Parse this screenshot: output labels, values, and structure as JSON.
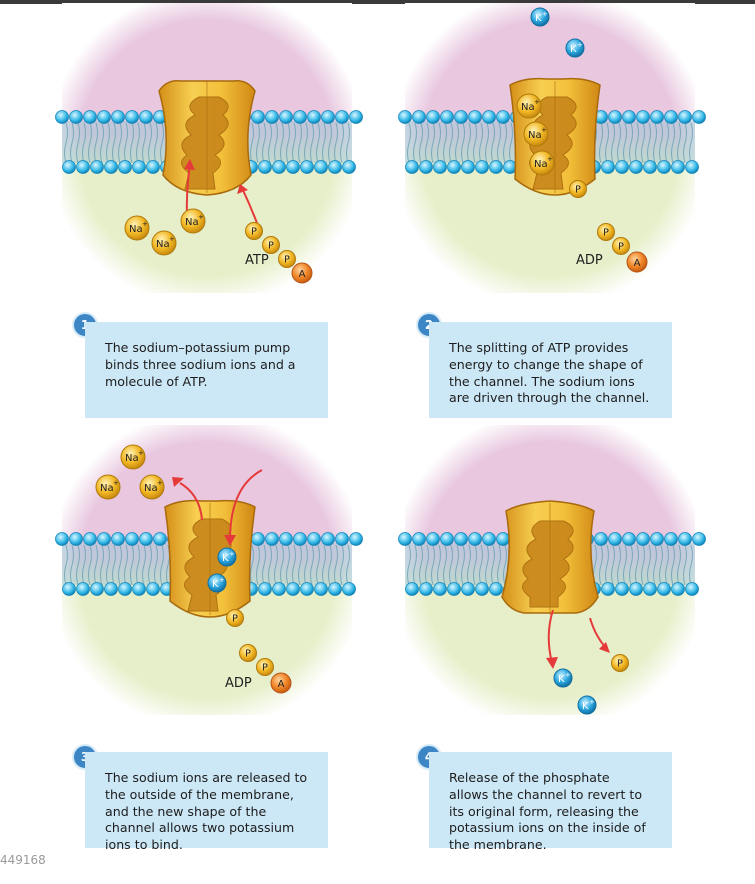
{
  "colors": {
    "outside": "#e8c7df",
    "inside": "#e6efc9",
    "membrane_head": "#2cb5e6",
    "pump": "#f0b92f",
    "sodium": "#f2b723",
    "potassium": "#2aa7e0",
    "phosphate": "#f6b62c",
    "adenosine": "#f08527",
    "arrow": "#e63a3a",
    "caption_bg": "#cce7f6",
    "step_badge": "#3d86c6"
  },
  "labels": {
    "na": "Na",
    "k": "K",
    "plus": "+",
    "p": "P",
    "a": "A",
    "atp": "ATP",
    "adp": "ADP"
  },
  "steps": [
    {
      "number": "1",
      "caption": "The sodium–potassium pump binds three sodium ions and a molecule of ATP."
    },
    {
      "number": "2",
      "caption": "The splitting of ATP provides energy to change the shape of the channel. The sodium ions are driven through the channel."
    },
    {
      "number": "3",
      "caption": "The sodium ions are released to the outside of the membrane, and the new shape of the channel allows two potassium ions to bind."
    },
    {
      "number": "4",
      "caption": "Release of the phosphate allows the channel to revert to its original form, releasing the potassium ions on the inside of the membrane."
    }
  ],
  "footer_id": "449168"
}
